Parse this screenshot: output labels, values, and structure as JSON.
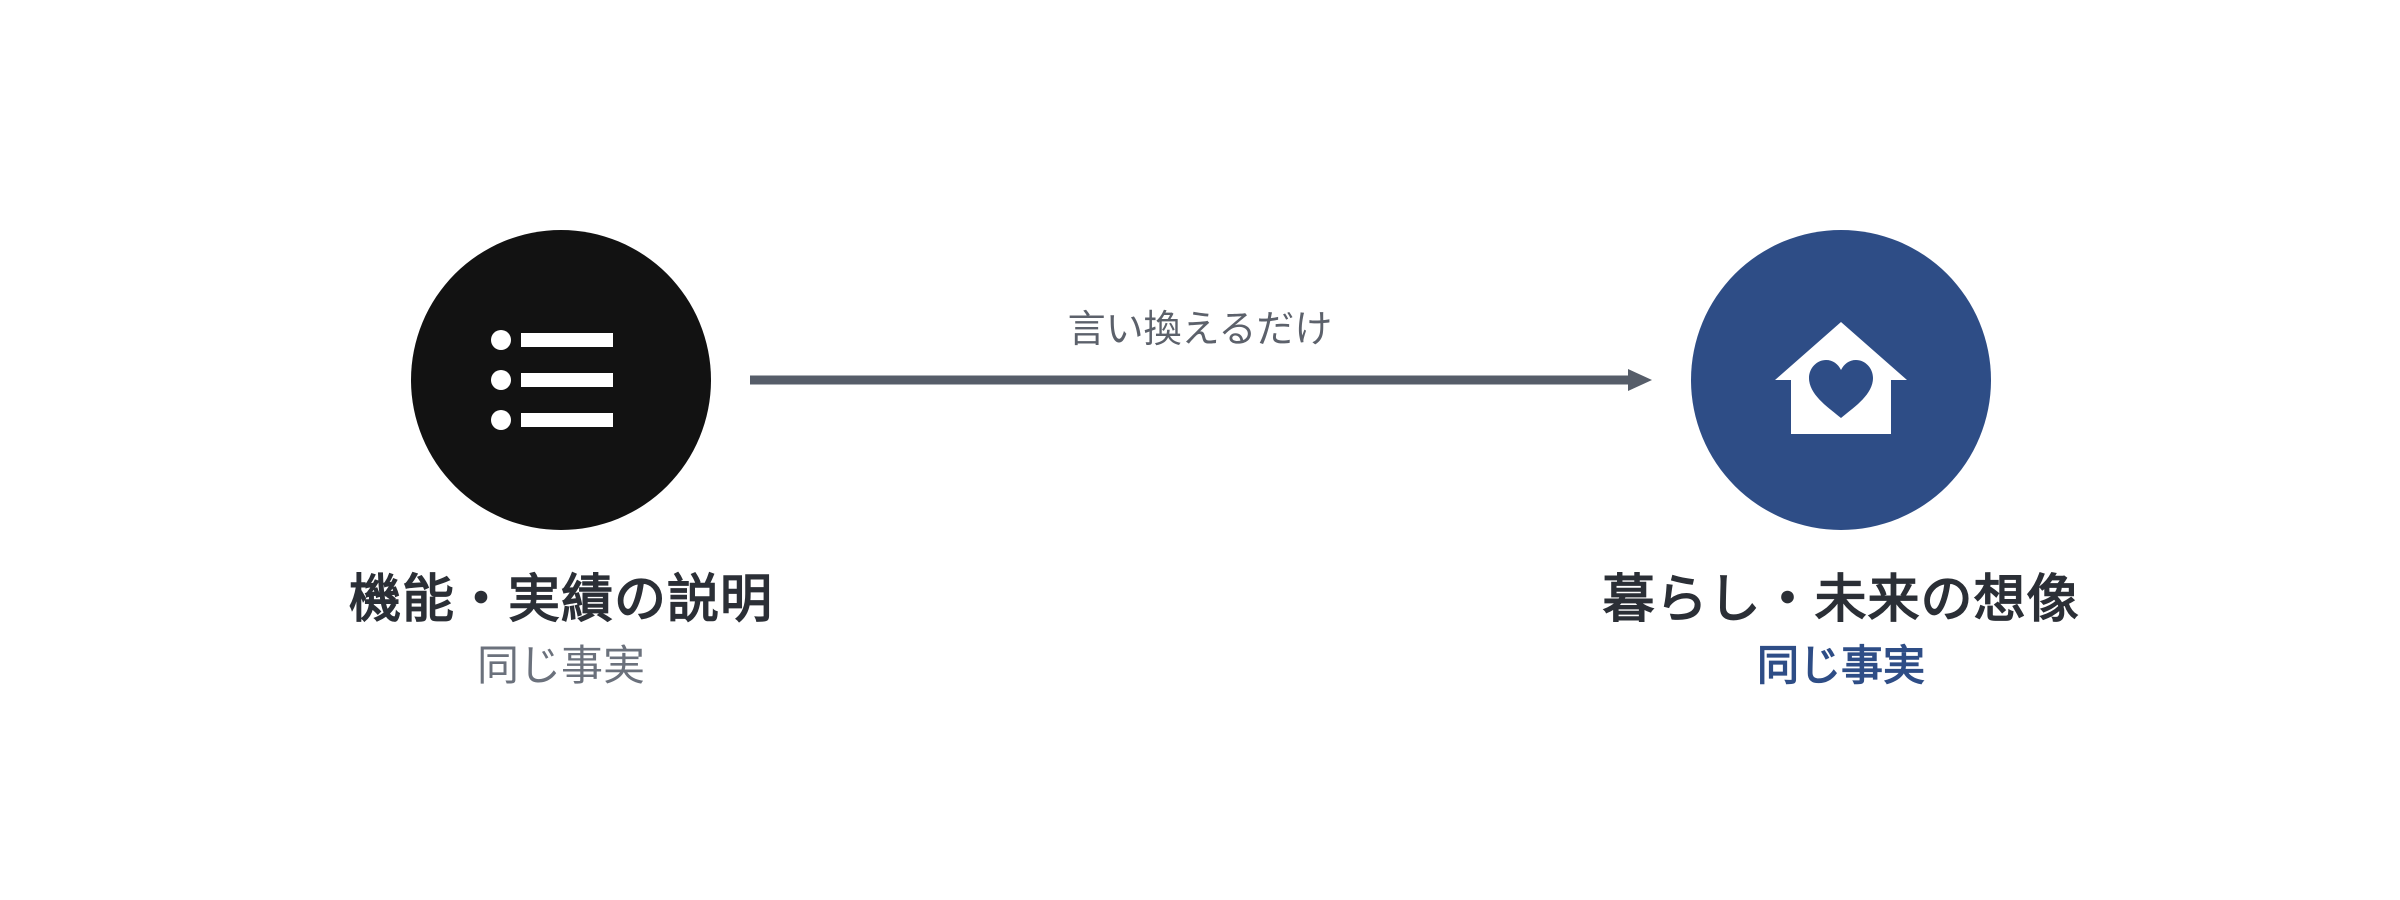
{
  "left": {
    "title": "機能・実績の説明",
    "subtitle": "同じ事実",
    "icon": "list-icon",
    "color": "#121212"
  },
  "right": {
    "title": "暮らし・未来の想像",
    "subtitle": "同じ事実",
    "icon": "house-heart-icon",
    "color": "#2e4d86"
  },
  "arrow": {
    "label": "言い換えるだけ",
    "color": "#565d69"
  }
}
